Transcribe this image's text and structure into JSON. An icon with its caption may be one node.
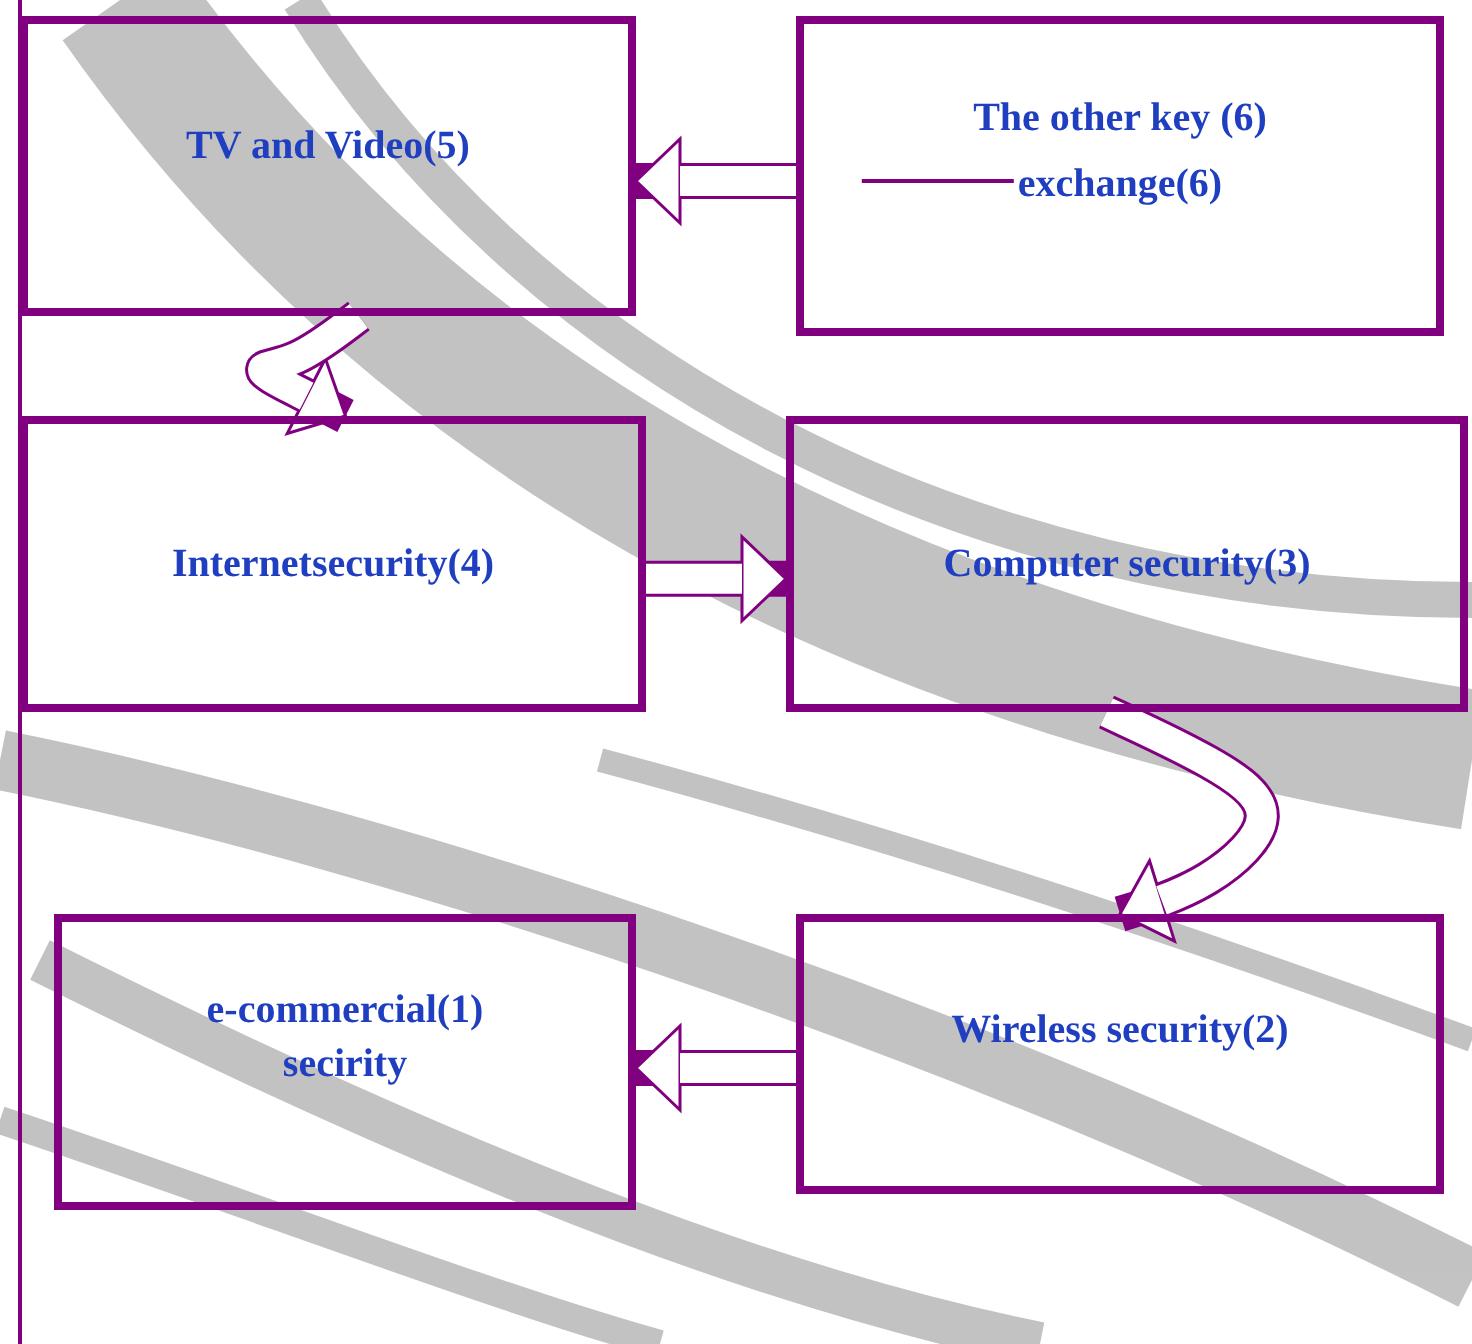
{
  "diagram": {
    "nodes": [
      {
        "text": [
          "TV and Video(5)"
        ]
      },
      {
        "text": [
          "The other key (6)",
          "exchange(6)"
        ]
      },
      {
        "text": [
          "Internetsecurity(4)"
        ]
      },
      {
        "text": [
          "Computer security(3)"
        ]
      },
      {
        "text": [
          "e-commercial(1) secirity"
        ]
      },
      {
        "text": [
          "Wireless security(2)"
        ]
      }
    ],
    "edges": [
      {
        "from": 1,
        "to": 0,
        "arrow": "to"
      },
      {
        "from": 0,
        "to": 2,
        "arrow": "to"
      },
      {
        "from": 2,
        "to": 3,
        "arrow": "to"
      },
      {
        "from": 3,
        "to": 5,
        "arrow": "to"
      },
      {
        "from": 5,
        "to": 4,
        "arrow": "to"
      }
    ]
  }
}
